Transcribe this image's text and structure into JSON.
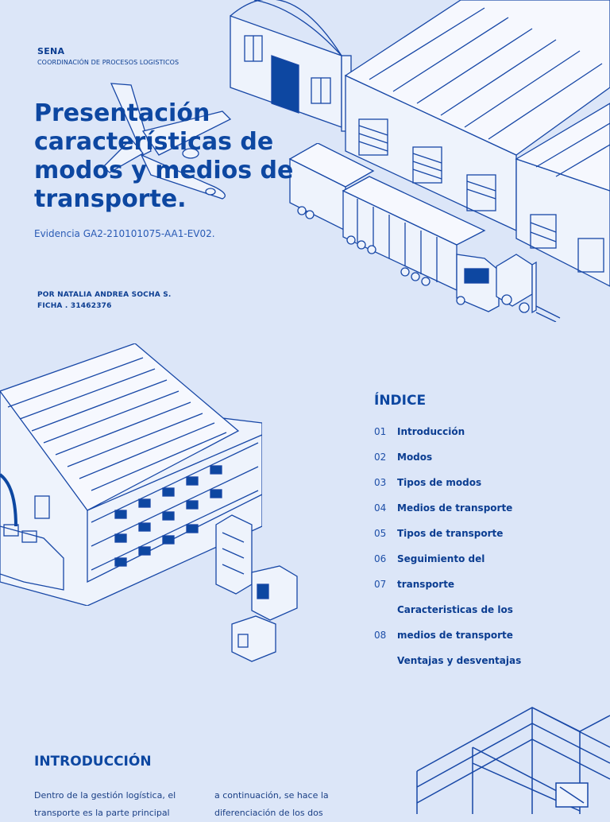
{
  "org": {
    "name": "SENA",
    "subtitle": "COORDINACIÓN DE PROCESOS LOGISTICOS"
  },
  "title": "Presentación características de modos y medios de transporte.",
  "evidence": "Evidencia GA2-210101075-AA1-EV02.",
  "author": {
    "line1": "POR NATALIA ANDREA SOCHA S.",
    "line2": "FICHA . 31462376"
  },
  "index": {
    "title": "ÍNDICE",
    "items": [
      {
        "num": "01",
        "label": "Introducción"
      },
      {
        "num": "02",
        "label": "Modos"
      },
      {
        "num": "03",
        "label": "Tipos de modos"
      },
      {
        "num": "04",
        "label": "Medios de transporte"
      },
      {
        "num": "05",
        "label": "Tipos de transporte"
      },
      {
        "num": "06",
        "label": "Seguimiento del"
      },
      {
        "num": "07",
        "label": "transporte"
      },
      {
        "num": "",
        "label": "Caracteristicas de los"
      },
      {
        "num": "08",
        "label": "medios de transporte"
      },
      {
        "num": "",
        "label": "Ventajas y desventajas"
      }
    ]
  },
  "intro": {
    "title": "INTRODUCCIÓN",
    "col1_line1": "Dentro de la gestión logística, el",
    "col1_line2": "transporte es la parte principal",
    "col2_line1": "a continuación, se hace la",
    "col2_line2": "diferenciación de los dos"
  },
  "colors": {
    "background": "#dce6f8",
    "primary": "#0d47a1",
    "line": "#1747a6"
  },
  "illustrations": [
    "airplane-icon",
    "warehouse-icon",
    "truck-icon",
    "forklift-icon",
    "boxes-icon",
    "storage-rack-icon"
  ]
}
